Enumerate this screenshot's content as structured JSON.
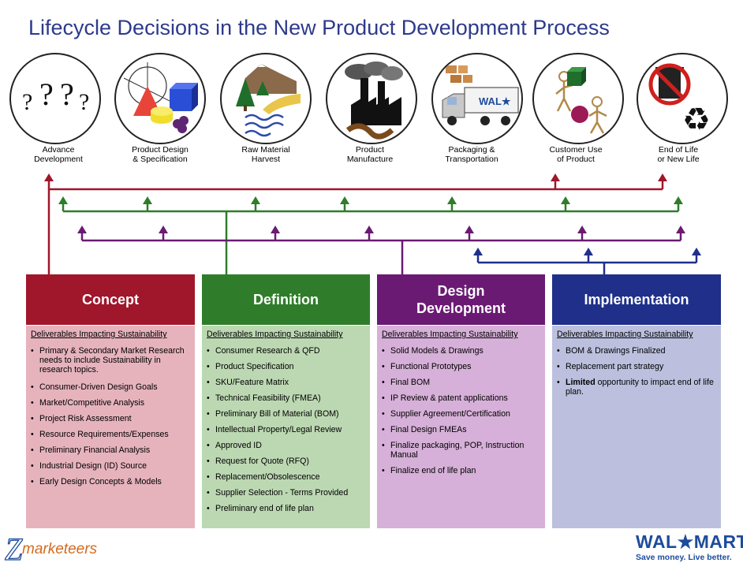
{
  "title": "Lifecycle Decisions in the New Product Development Process",
  "stages": [
    {
      "label": "Advance\nDevelopment",
      "icon": "question-marks-icon",
      "marks": "?"
    },
    {
      "label": "Product Design\n& Specification",
      "icon": "design-shapes-icon"
    },
    {
      "label": "Raw Material\nHarvest",
      "icon": "forest-harvest-icon"
    },
    {
      "label": "Product\nManufacture",
      "icon": "factory-icon"
    },
    {
      "label": "Packaging &\nTransportation",
      "icon": "truck-icon",
      "truck_text": "WAL★"
    },
    {
      "label": "Customer Use\nof Product",
      "icon": "customer-figures-icon"
    },
    {
      "label": "End of Life\nor New Life",
      "icon": "recycle-icon",
      "recycle_glyph": "♻"
    }
  ],
  "colors": {
    "title": "#2d3a8c",
    "concept": "#a0162b",
    "concept_body": "#e6b3bd",
    "definition": "#2f7d2a",
    "definition_body": "#bcd8b2",
    "design": "#6a1a73",
    "design_body": "#d6b0d8",
    "implementation": "#1f2f8a",
    "implementation_body": "#bcc0de"
  },
  "phases": [
    {
      "title": "Concept",
      "deliverables_title": "Deliverables Impacting Sustainability",
      "items": [
        "Primary & Secondary Market Research needs to include Sustainability in research topics.",
        "Consumer-Driven Design Goals",
        "Market/Competitive Analysis",
        "Project Risk Assessment",
        "Resource Requirements/Expenses",
        "Preliminary Financial Analysis",
        "Industrial Design (ID) Source",
        "Early Design Concepts & Models"
      ]
    },
    {
      "title": "Definition",
      "deliverables_title": "Deliverables Impacting Sustainability",
      "items": [
        "Consumer Research & QFD",
        "Product Specification",
        "SKU/Feature Matrix",
        "Technical Feasibility (FMEA)",
        "Preliminary Bill of Material (BOM)",
        "Intellectual Property/Legal Review",
        "Approved ID",
        "Request for Quote (RFQ)",
        "Replacement/Obsolescence",
        "Supplier Selection - Terms Provided",
        "Preliminary end of life plan"
      ]
    },
    {
      "title": "Design\nDevelopment",
      "deliverables_title": "Deliverables Impacting Sustainability",
      "items": [
        "Solid Models & Drawings",
        "Functional Prototypes",
        "Final BOM",
        "IP Review & patent applications",
        "Supplier Agreement/Certification",
        "Final Design FMEAs",
        "Finalize packaging, POP, Instruction Manual",
        "Finalize end of life plan"
      ]
    },
    {
      "title": "Implementation",
      "deliverables_title": "Deliverables Impacting Sustainability",
      "items": [
        "BOM & Drawings Finalized",
        "Replacement part strategy",
        "opportunity to impact end of life plan."
      ],
      "emphasis": "Limited"
    }
  ],
  "logos": {
    "left_initial": "Z",
    "left_text": "marketeers",
    "right_name": "WAL★MART",
    "right_tagline": "Save money. Live better."
  }
}
